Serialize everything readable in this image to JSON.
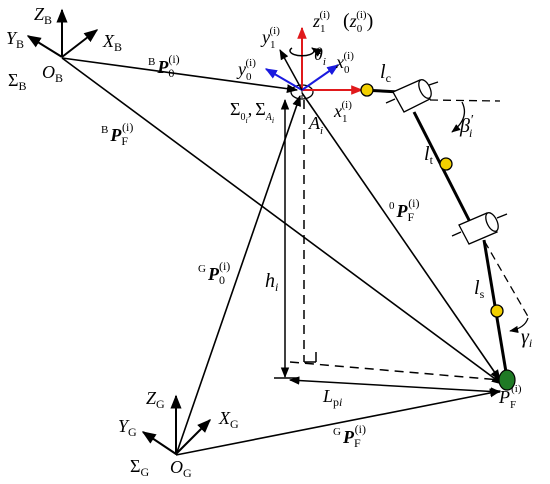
{
  "frames": {
    "base": {
      "origin": "O",
      "origin_sub": "B",
      "x": "X",
      "x_sub": "B",
      "y": "Y",
      "y_sub": "B",
      "z": "Z",
      "z_sub": "B",
      "sigma": "Σ",
      "sigma_sub": "B"
    },
    "ground": {
      "origin": "O",
      "origin_sub": "G",
      "x": "X",
      "x_sub": "G",
      "y": "Y",
      "y_sub": "G",
      "z": "Z",
      "z_sub": "G",
      "sigma": "Σ",
      "sigma_sub": "G"
    },
    "joint_frame": {
      "label_sigma_0": "Σ",
      "sub_0": "0",
      "sub_i": "i",
      "label_sigma_A": "Σ",
      "sub_A": "A",
      "sub_Ai": "i",
      "sep": ","
    },
    "point_A": {
      "label": "A",
      "sub": "i"
    },
    "point_F": {
      "label": "P",
      "sub": "F",
      "sup": "(i)"
    }
  },
  "axes_labels": {
    "z1": {
      "base": "z",
      "sub": "1",
      "sup": "(i)"
    },
    "z0": {
      "base": "z",
      "sub": "0",
      "sup": "(i)"
    },
    "y1": {
      "base": "y",
      "sub": "1",
      "sup": "(i)"
    },
    "y0": {
      "base": "y",
      "sub": "0",
      "sup": "(i)"
    },
    "x0": {
      "base": "x",
      "sub": "0",
      "sup": "(i)"
    },
    "x1": {
      "base": "x",
      "sub": "1",
      "sup": "(i)"
    },
    "theta": {
      "base": "θ",
      "sub": "i"
    }
  },
  "vectors": {
    "BP0": {
      "pre": "B",
      "base": "P",
      "sub": "0",
      "sup": "(i)"
    },
    "BPF": {
      "pre": "B",
      "base": "P",
      "sub": "F",
      "sup": "(i)"
    },
    "GP0": {
      "pre": "G",
      "base": "P",
      "sub": "0",
      "sup": "(i)"
    },
    "GPF": {
      "pre": "G",
      "base": "P",
      "sub": "F",
      "sup": "(i)"
    },
    "OPF": {
      "pre": "0",
      "base": "P",
      "sub": "F",
      "sup": "(i)"
    }
  },
  "dimensions": {
    "h": {
      "base": "h",
      "sub": "i"
    },
    "Lp": {
      "base": "L",
      "sub": "p",
      "sub_i": "i"
    },
    "lc": {
      "base": "l",
      "sub": "c"
    },
    "lt": {
      "base": "l",
      "sub": "t"
    },
    "ls": {
      "base": "l",
      "sub": "s"
    },
    "beta": {
      "base": "β",
      "prime": "′",
      "sub": "i"
    },
    "gamma": {
      "base": "γ",
      "sub": "i"
    },
    "paren_open": "(",
    "paren_close": ")"
  },
  "colors": {
    "z_axis": "#e0191b",
    "x_axis": "#1a1adf",
    "joint_yellow": "#f2d000",
    "foot_green": "#1f7a25",
    "line": "#000000"
  }
}
